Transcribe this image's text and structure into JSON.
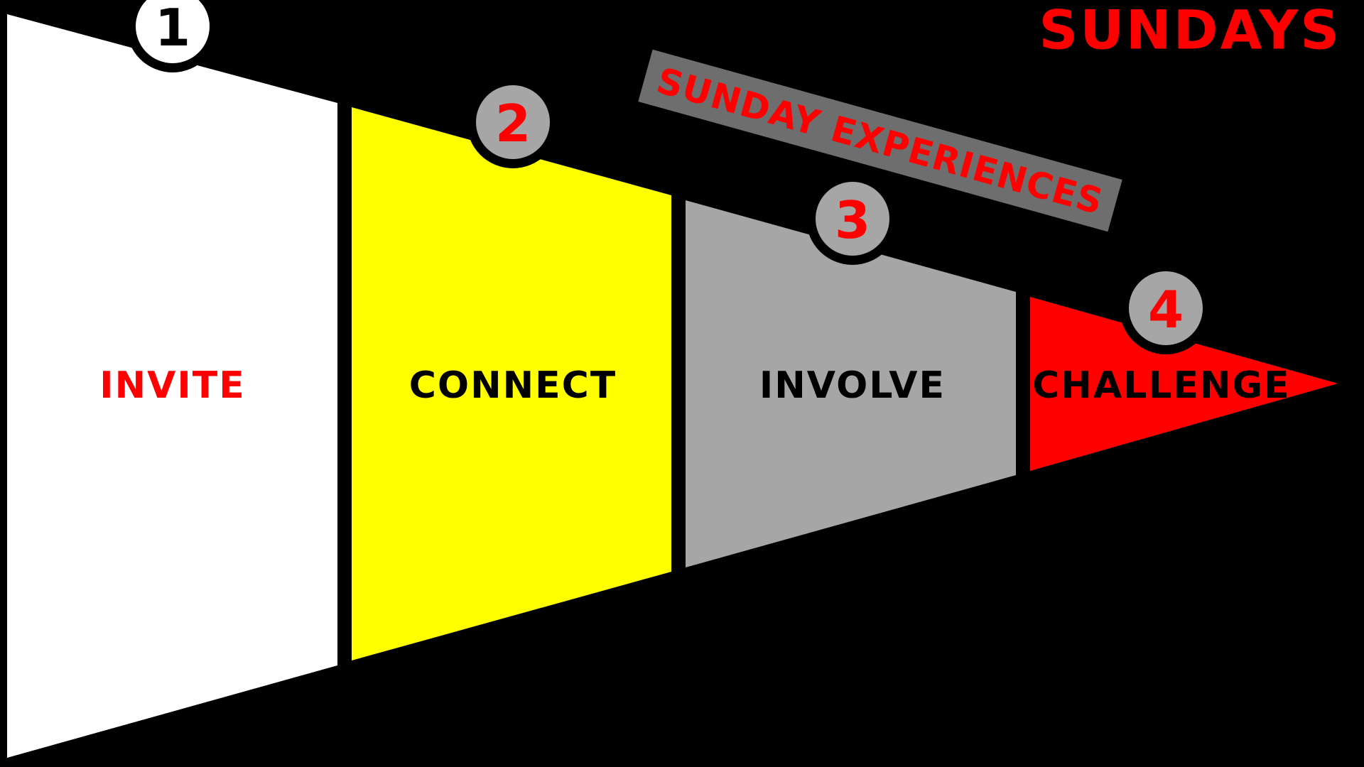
{
  "heading": {
    "text": "SUNDAYS",
    "color": "#ff0000"
  },
  "banner": {
    "text": "SUNDAY EXPERIENCES",
    "background": "#6e6e6e",
    "text_color": "#ff0000"
  },
  "steps": [
    {
      "number": "1",
      "label": "INVITE",
      "fill": "#ffffff",
      "label_color": "#ff0000",
      "badge_fill": "#ffffff",
      "number_color": "#000000"
    },
    {
      "number": "2",
      "label": "CONNECT",
      "fill": "#ffff00",
      "label_color": "#000000",
      "badge_fill": "#a6a6a6",
      "number_color": "#ff0000"
    },
    {
      "number": "3",
      "label": "INVOLVE",
      "fill": "#a6a6a6",
      "label_color": "#000000",
      "badge_fill": "#a6a6a6",
      "number_color": "#ff0000"
    },
    {
      "number": "4",
      "label": "CHALLENGE",
      "fill": "#ff0000",
      "label_color": "#000000",
      "badge_fill": "#a6a6a6",
      "number_color": "#ff0000"
    }
  ]
}
